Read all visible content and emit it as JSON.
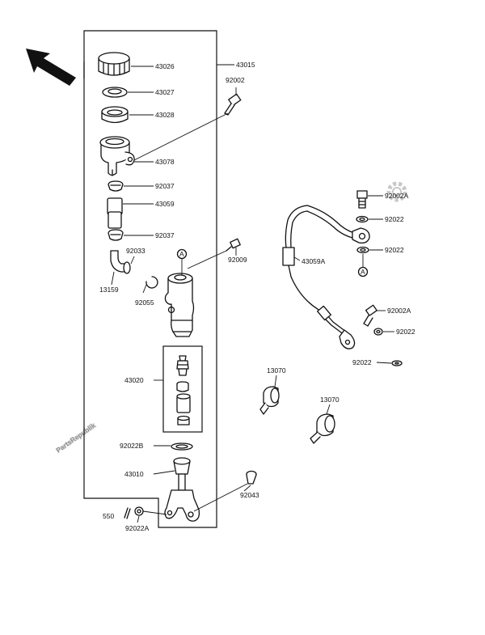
{
  "colors": {
    "ink": "#111111",
    "watermark": "#c8c8c8",
    "background": "#ffffff"
  },
  "icons": [
    "direction-arrow-icon",
    "gear-icon",
    "reference-circle-icon"
  ],
  "watermark": {
    "text": "PartsRepublik"
  },
  "callouts": {
    "ref_a": "A",
    "p43026": "43026",
    "p43027": "43027",
    "p43028": "43028",
    "p43078": "43078",
    "p43015": "43015",
    "p92002": "92002",
    "p92037a": "92037",
    "p43059": "43059",
    "p92037b": "92037",
    "p92033": "92033",
    "p13159": "13159",
    "p92055": "92055",
    "p92009": "92009",
    "p43020": "43020",
    "p92022b": "92022B",
    "p43010": "43010",
    "p92043": "92043",
    "p550": "550",
    "p92022a_l": "92022A",
    "p92002a_t": "92002A",
    "p92022_1": "92022",
    "p92022_2": "92022",
    "p43059a": "43059A",
    "p92002a_m": "92002A",
    "p92022_3": "92022",
    "p92022_4": "92022",
    "p13070a": "13070",
    "p13070b": "13070"
  }
}
